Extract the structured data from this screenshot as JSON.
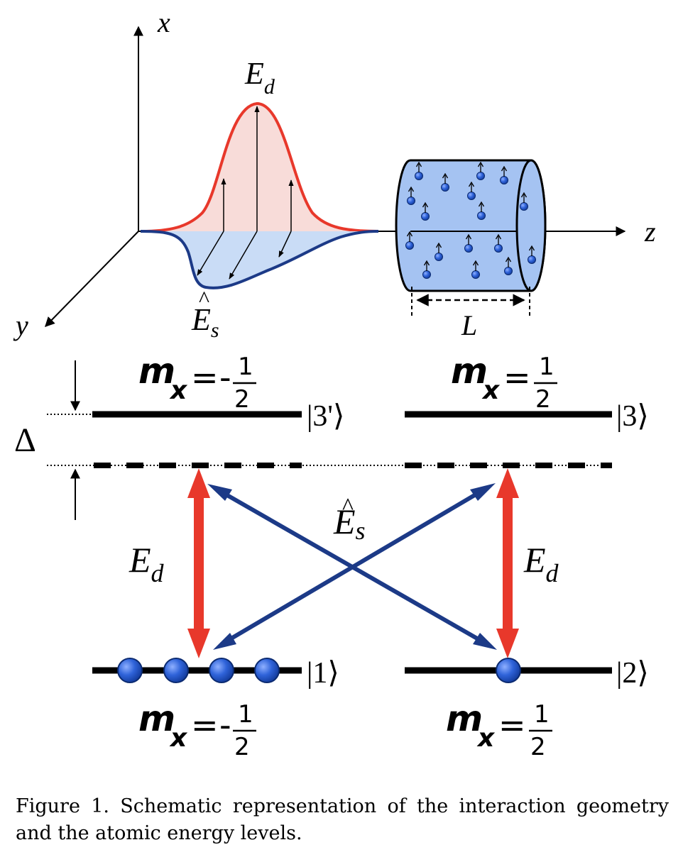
{
  "axes": {
    "x_label": "x",
    "y_label": "y",
    "z_label": "z"
  },
  "pulse": {
    "drive_label": "E",
    "drive_sub": "d",
    "signal_label": "E",
    "signal_sub": "s",
    "hat": "^"
  },
  "cylinder": {
    "length_label": "L"
  },
  "levels": {
    "mx_symbol": "m",
    "mx_sub": "x",
    "eq": "=",
    "minus": "-",
    "num": "1",
    "den": "2",
    "state_3p": "|3'⟩",
    "state_3": "|3⟩",
    "state_1": "|1⟩",
    "state_2": "|2⟩",
    "detuning": "Δ"
  },
  "transitions": {
    "drive_label": "E",
    "drive_sub": "d",
    "signal_label": "E",
    "signal_sub": "s",
    "hat": "^"
  },
  "colors": {
    "red": "#e8382b",
    "blue_dark": "#1c3a87",
    "pink_fill": "#f8dcd9",
    "blue_fill": "#c9dcf6",
    "cylinder_fill": "#a5c3f2",
    "atom": "#2f63d9"
  },
  "caption": "Figure 1. Schematic representation of the interaction geometry and the atomic energy levels."
}
